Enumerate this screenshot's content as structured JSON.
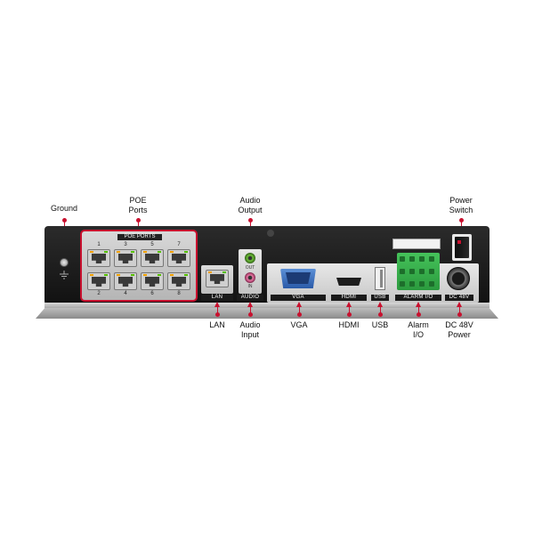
{
  "callouts": {
    "ground": "Ground",
    "poe_ports": "POE\nPorts",
    "audio_output": "Audio\nOutput",
    "power_switch": "Power\nSwitch",
    "lan": "LAN",
    "audio_input": "Audio\nInput",
    "vga": "VGA",
    "hdmi": "HDMI",
    "usb": "USB",
    "alarm_io": "Alarm\nI/O",
    "dc_power": "DC 48V\nPower"
  },
  "panel_labels": {
    "poe_ports": "POE PORTS",
    "lan": "LAN",
    "audio": "AUDIO",
    "audio_out": "OUT",
    "audio_in": "IN",
    "vga": "VGA",
    "hdmi": "HDMI",
    "usb": "USB",
    "alarm_io": "ALARM I/O",
    "dc_48v": "DC 48V"
  },
  "poe_numbers_top": [
    "1",
    "3",
    "5",
    "7"
  ],
  "poe_numbers_bottom": [
    "2",
    "4",
    "6",
    "8"
  ],
  "colors": {
    "accent": "#c8102e",
    "chassis": "#1c1c1c",
    "alarm_terminal": "#35b24a"
  },
  "icons": {
    "ground": "ground-icon",
    "power_switch": "rocker-switch-icon"
  }
}
